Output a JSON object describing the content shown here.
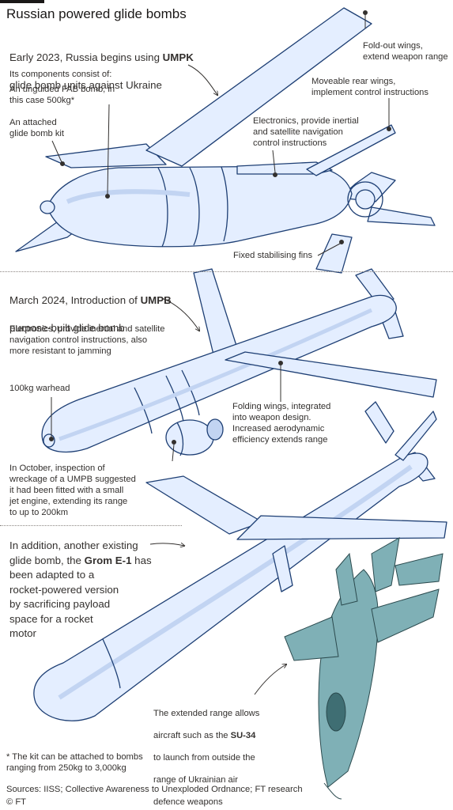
{
  "title": "Russian powered glide bombs",
  "section1": {
    "intro_a": "Early 2023, Russia begins using ",
    "intro_bold": "UMPK",
    "intro_b": "glide bomb units against Ukraine",
    "components": "Its components consist of:",
    "fab": "An unguided FAB bomb, in\nthis case 500kg*",
    "kit": "An attached\nglide bomb kit",
    "fold_wings": "Fold-out wings,\nextend weapon range",
    "rear_wings": "Moveable rear wings,\nimplement control instructions",
    "electronics": "Electronics, provide inertial\nand satellite navigation\ncontrol instructions",
    "fins": "Fixed stabilising fins"
  },
  "section2": {
    "intro_a": "March 2024, Introduction of ",
    "intro_bold": "UMPB",
    "intro_b": "purpose-built glide bomb",
    "electronics": "Electronics, provide inertial and satellite\nnavigation control instructions, also\nmore resistant to jamming",
    "warhead": "100kg warhead",
    "folding": "Folding wings, integrated\ninto weapon design.\nIncreased aerodynamic\nefficiency extends range",
    "october": "In October, inspection of\nwreckage of a UMPB suggested\nit had been fitted with a small\njet engine, extending its range\nto up to 200km"
  },
  "section3": {
    "intro_a": "In addition, another existing",
    "intro_b": "glide bomb, the ",
    "intro_bold": "Grom E-1",
    "intro_c": " has",
    "intro_d": "been adapted to a",
    "intro_e": "rocket-powered version",
    "intro_f": "by sacrificing payload",
    "intro_g": "space for a rocket",
    "intro_h": "motor",
    "su_a": "The extended range allows",
    "su_b": "aircraft such as the ",
    "su_bold": "SU-34",
    "su_c": "to launch from outside the",
    "su_d": "range of Ukrainian air",
    "su_e": "defence weapons"
  },
  "footnote": "* The kit can be  attached to bombs\nranging from 250kg to 3,000kg",
  "sources": "Sources: IISS; Collective Awareness to Unexploded Ordnance; FT research",
  "credit": "© FT",
  "colors": {
    "fill": "#e4eeff",
    "stroke": "#1e3f74",
    "shade": "#c2d4f2",
    "jet": "#6a9aa0"
  }
}
